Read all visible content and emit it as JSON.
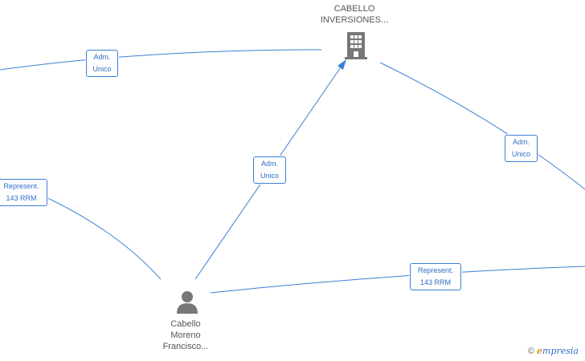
{
  "nodes": {
    "company": {
      "label_line1": "CABELLO",
      "label_line2": "INVERSIONES..."
    },
    "person": {
      "label_line1": "Cabello",
      "label_line2": "Moreno",
      "label_line3": "Francisco..."
    }
  },
  "edges": [
    {
      "line1": "Adm.",
      "line2": "Unico"
    },
    {
      "line1": "Adm.",
      "line2": "Unico"
    },
    {
      "line1": "Adm.",
      "line2": "Unico"
    },
    {
      "line1": "Represent.",
      "line2": "143 RRM"
    },
    {
      "line1": "Represent.",
      "line2": "143 RRM"
    }
  ],
  "watermark": {
    "copyright": "©",
    "brand_first": "e",
    "brand_rest": "mpresia"
  },
  "colors": {
    "edge": "#3a7fd5",
    "icon": "#777777"
  }
}
